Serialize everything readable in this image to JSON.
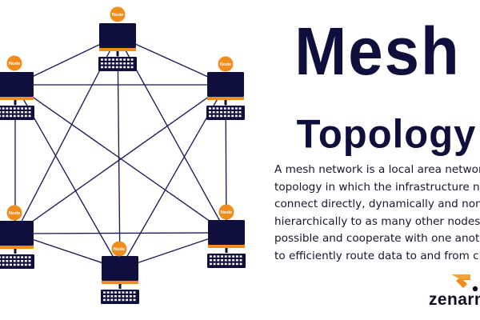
{
  "title": "Mesh",
  "subtitle": "Topology",
  "description": "A mesh network is a local area network\ntopology in which the infrastructure nodes\nconnect directly, dynamically and non-\nhierarchically to as many other nodes as\npossible and cooperate with one another\nto efficiently route data to and from clients.",
  "brand": {
    "name": "zenarmor"
  },
  "node_label": "Node",
  "nodes": [
    {
      "id": "top"
    },
    {
      "id": "upper-left"
    },
    {
      "id": "upper-right"
    },
    {
      "id": "lower-left"
    },
    {
      "id": "lower-right"
    },
    {
      "id": "bottom"
    }
  ],
  "colors": {
    "dark_navy": "#0f0f3d",
    "orange": "#f28c1d",
    "line": "#1b1c52",
    "white": "#ffffff",
    "text": "#17172c"
  },
  "icons": {
    "node": "computer-icon",
    "keyboard": "keyboard-icon",
    "brand": "zenarmor-logo-icon"
  }
}
